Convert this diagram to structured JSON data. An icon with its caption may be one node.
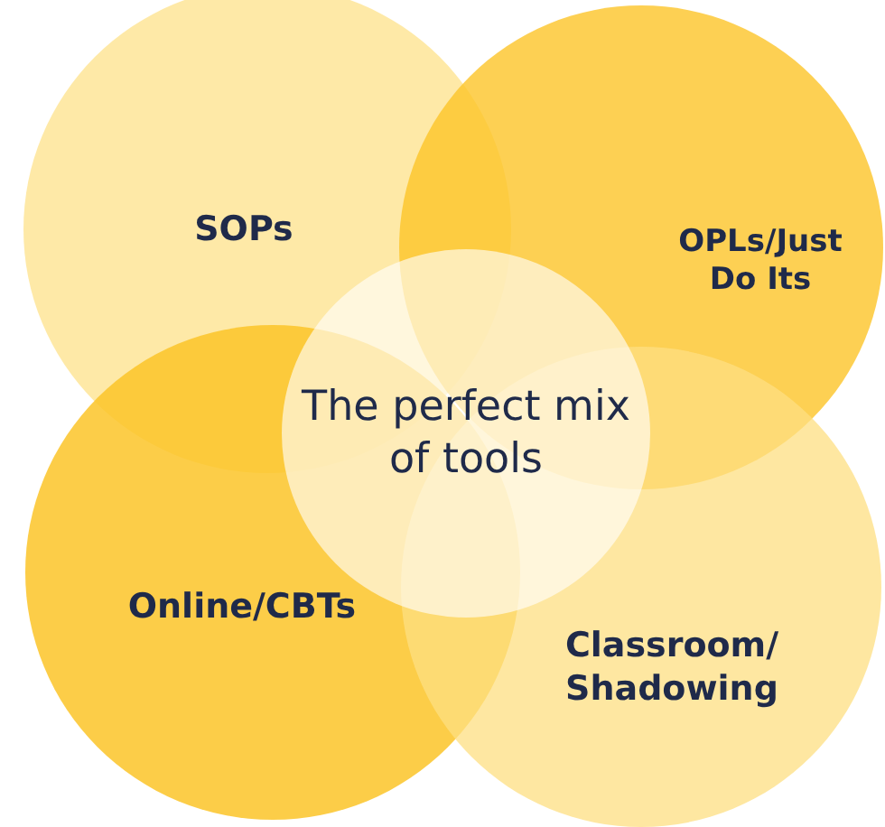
{
  "diagram": {
    "nodes": [
      {
        "text": [
          "SOPs"
        ]
      },
      {
        "text": [
          "OPLs/Just Do Its"
        ]
      },
      {
        "text": [
          "Online/CBTs"
        ]
      },
      {
        "text": [
          "Classroom/ Shadowing"
        ]
      },
      {
        "text": [
          "The perfect mix of tools"
        ]
      }
    ]
  }
}
